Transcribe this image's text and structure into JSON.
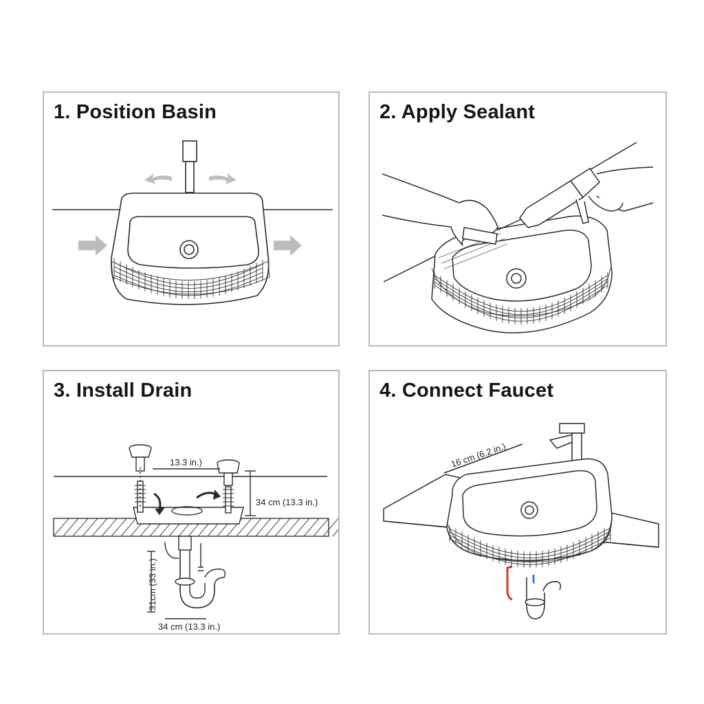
{
  "panels": [
    {
      "title": "1. Position Basin"
    },
    {
      "title": "2. Apply Sealant"
    },
    {
      "title": "3. Install Drain",
      "labels": {
        "top": "13.3 in.)",
        "right": "34 cm (13.3 in.)",
        "side": "31cm (33 in.)",
        "bottom": "34 cm (13.3 in.)"
      }
    },
    {
      "title": "4. Connect Faucet",
      "labels": {
        "diag": "16 cm (6.2 in.)"
      }
    }
  ],
  "colors": {
    "hot_pipe": "#d8342b",
    "cold_pipe": "#2f7fd1",
    "arrow": "#bdbdbd",
    "line": "#2a2a2a"
  }
}
